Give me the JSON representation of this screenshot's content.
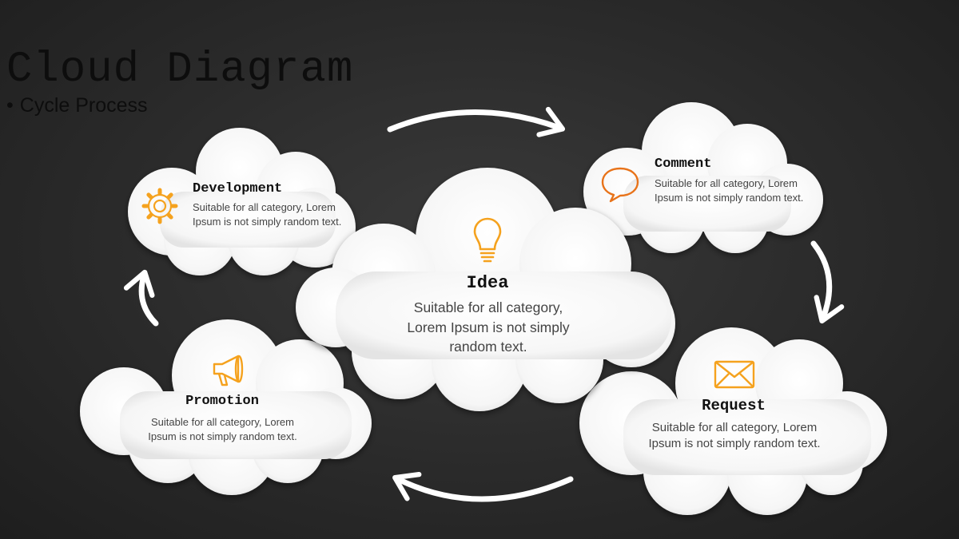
{
  "title": "Cloud Diagram",
  "subtitle": "Cycle Process",
  "colors": {
    "accent": "#F5A21E",
    "accent_dark": "#E8731A",
    "cloud": "#FFFFFF",
    "text": "#444444",
    "label": "#111111"
  },
  "nodes": {
    "idea": {
      "label": "Idea",
      "description": "Suitable for all category, Lorem Ipsum is not simply random text.",
      "icon": "lightbulb-icon"
    },
    "comment": {
      "label": "Comment",
      "description": "Suitable for all category, Lorem Ipsum is not simply random text.",
      "icon": "speech-bubble-icon"
    },
    "request": {
      "label": "Request",
      "description": "Suitable for all category, Lorem Ipsum is not simply random text.",
      "icon": "envelope-icon"
    },
    "promotion": {
      "label": "Promotion",
      "description": "Suitable for all category, Lorem Ipsum is not simply random text.",
      "icon": "megaphone-icon"
    },
    "development": {
      "label": "Development",
      "description": "Suitable for all category, Lorem Ipsum is not simply random text.",
      "icon": "gear-icon"
    }
  },
  "cycle_order": [
    "development",
    "comment",
    "request",
    "promotion"
  ]
}
